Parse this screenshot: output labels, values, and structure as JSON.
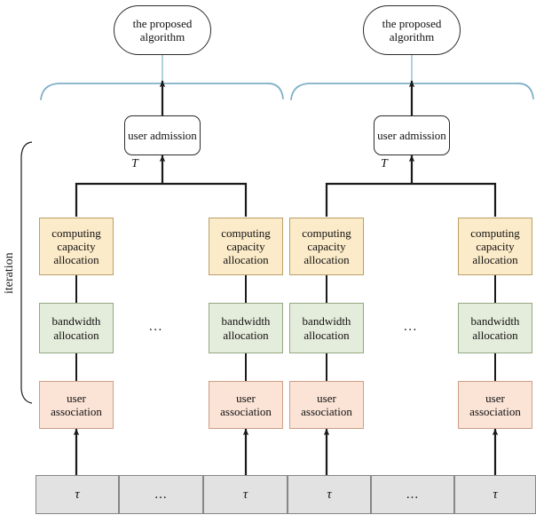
{
  "figure": {
    "title_nodes": [
      {
        "id": "proposed-algorithm-left",
        "label": "the proposed algorithm"
      },
      {
        "id": "proposed-algorithm-right",
        "label": "the proposed algorithm"
      }
    ],
    "admission_nodes": [
      {
        "id": "user-admission-left",
        "label": "user admission"
      },
      {
        "id": "user-admission-right",
        "label": "user admission"
      }
    ],
    "edge_labels": {
      "big_timescale_left": "T",
      "big_timescale_right": "T"
    },
    "side_label": "iteration",
    "columns": [
      {
        "index": 0,
        "compute": "computing capacity allocation",
        "bandwidth": "bandwidth allocation",
        "user": "user association"
      },
      {
        "index": 1,
        "compute": "computing capacity allocation",
        "bandwidth": "bandwidth allocation",
        "user": "user association"
      },
      {
        "index": 2,
        "compute": "computing capacity allocation",
        "bandwidth": "bandwidth allocation",
        "user": "user association"
      },
      {
        "index": 3,
        "compute": "computing capacity allocation",
        "bandwidth": "bandwidth allocation",
        "user": "user association"
      }
    ],
    "row_ellipses": [
      {
        "id": "ellipsis-bandwidth-left",
        "text": "..."
      },
      {
        "id": "ellipsis-bandwidth-right",
        "text": "..."
      }
    ],
    "timeline_slots": [
      {
        "id": "slot-0",
        "label": "τ",
        "kind": "tau"
      },
      {
        "id": "slot-1",
        "label": "...",
        "kind": "ellipsis"
      },
      {
        "id": "slot-2",
        "label": "τ",
        "kind": "tau"
      },
      {
        "id": "slot-3",
        "label": "τ",
        "kind": "tau"
      },
      {
        "id": "slot-4",
        "label": "...",
        "kind": "ellipsis"
      },
      {
        "id": "slot-5",
        "label": "τ",
        "kind": "tau"
      }
    ],
    "colors": {
      "compute_fill": "#fcebc9",
      "compute_stroke": "#b9a06a",
      "bandwidth_fill": "#e4ecdb",
      "bandwidth_stroke": "#94a882",
      "user_fill": "#fbe3d6",
      "user_stroke": "#ce9e86",
      "slot_fill": "#e2e2e2",
      "slot_stroke": "#868686",
      "brace_blue": "#7fb0c8",
      "connector_black": "#1a1a1a",
      "node_white": "#ffffff"
    }
  }
}
